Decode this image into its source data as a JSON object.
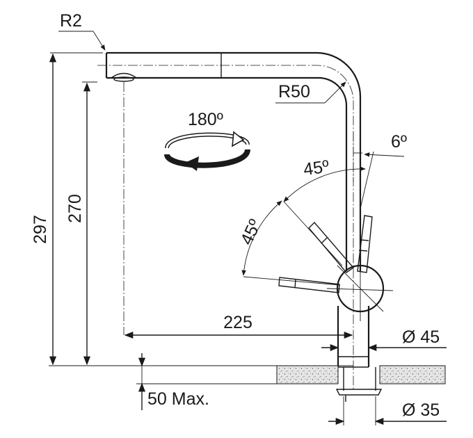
{
  "labels": {
    "r2": "R2",
    "r50": "R50",
    "rotation": "180º",
    "angle_6": "6º",
    "angle_45_upper": "45º",
    "angle_45_side": "45º",
    "height_297": "297",
    "height_270": "270",
    "reach_225": "225",
    "diameter_45": "Ø 45",
    "diameter_35": "Ø 35",
    "max_50": "50 Max."
  },
  "colors": {
    "line": "#1a1a1a",
    "background": "#ffffff",
    "countertop_fill": "#e6e6e6"
  }
}
